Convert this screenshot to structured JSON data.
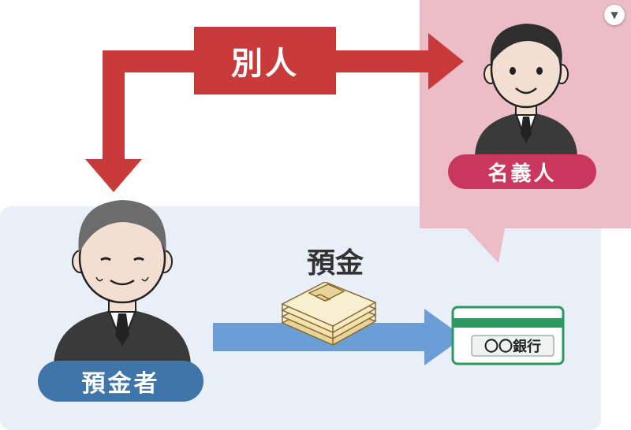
{
  "labels": {
    "other_person": "別人",
    "nominee": "名義人",
    "deposit": "預金",
    "depositor": "預金者",
    "bank": "〇〇銀行"
  },
  "icons": {
    "corner": "chevron-down-icon",
    "cash": "cash-bundle-icon",
    "bank_card": "bank-card-icon"
  },
  "colors": {
    "red_arrow": "#c93b3a",
    "pink_panel": "#ecbcc7",
    "pink_label": "#c9375d",
    "blue_panel": "#e9eff9",
    "blue_label": "#3f75a8",
    "blue_arrow": "#6a9ed4",
    "bank_card_border": "#2c9a5e"
  }
}
